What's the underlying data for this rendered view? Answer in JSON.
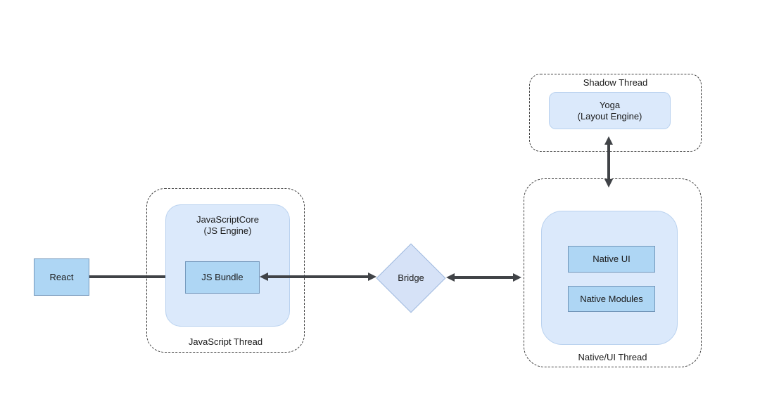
{
  "diagram": {
    "nodes": {
      "react": {
        "label": "React"
      },
      "js_thread": {
        "label": "JavaScript Thread"
      },
      "js_core": {
        "label": "JavaScriptCore\n(JS Engine)"
      },
      "js_bundle": {
        "label": "JS Bundle"
      },
      "bridge": {
        "label": "Bridge"
      },
      "shadow_thread": {
        "label": "Shadow Thread"
      },
      "yoga": {
        "label": "Yoga\n(Layout Engine)"
      },
      "native_thread": {
        "label": "Native/UI Thread"
      },
      "native_ui": {
        "label": "Native UI"
      },
      "native_modules": {
        "label": "Native Modules"
      }
    },
    "edges": [
      {
        "from": "react",
        "to": "js_bundle",
        "direction": "right"
      },
      {
        "from": "js_bundle",
        "to": "bridge",
        "direction": "both"
      },
      {
        "from": "bridge",
        "to": "native_thread",
        "direction": "both"
      },
      {
        "from": "yoga",
        "to": "native_thread",
        "direction": "both"
      }
    ]
  },
  "colors": {
    "background": "#ffffff",
    "text": "#1a1a1a",
    "box_fill": "#aed6f4",
    "box_border": "#7296ba",
    "container_fill": "#dbe9fb",
    "container_border": "#bad2ef",
    "diamond_fill": "#d6e2f7",
    "diamond_border": "#9db8de",
    "dashed_border": "#3d3d3d",
    "arrow": "#404347"
  }
}
